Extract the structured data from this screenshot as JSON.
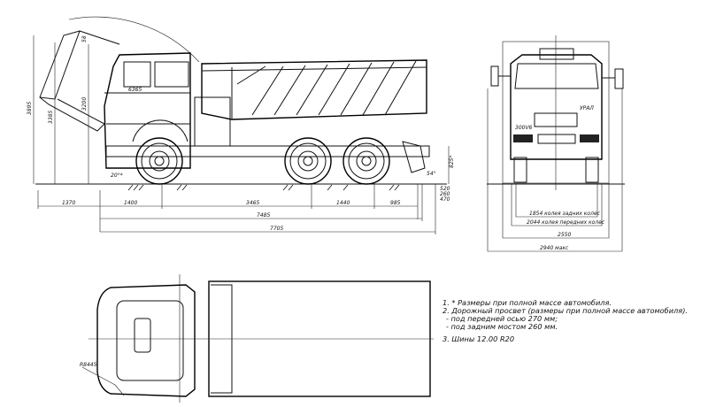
{
  "side_view": {
    "cab_height_label": "6365",
    "tipped_height": "3895",
    "height_3385": "3385",
    "height_3200": "3200",
    "clearance_58": "58",
    "approach_angle": "20°*",
    "departure_angle": "54°",
    "rear_height": "825*",
    "rear_520": "520",
    "rear_260": "260",
    "rear_470": "470",
    "dims": {
      "front_overhang_tipped": "1370",
      "front_overhang": "1400",
      "wheelbase_front": "3465",
      "rear_axle_spacing": "1440",
      "rear_overhang": "985",
      "overall_length": "7485",
      "overall_length_max": "7705"
    }
  },
  "front_view": {
    "brand_label": "УРАЛ",
    "engine_label": "300V6",
    "dims": {
      "rear_track": "1854 колея задних колес",
      "front_track": "2044 колея передних колес",
      "width": "2550",
      "width_max": "2940 макс"
    }
  },
  "top_view": {
    "turn_radius": "R8445"
  },
  "notes": [
    "1. *  Размеры при полной массе автомобиля.",
    "2.    Дорожный просвет (размеры при полной массе автомобиля).",
    " - под передней осью 270 мм;",
    " - под задним мостом 260 мм.",
    "3. Шины 12.00 R20"
  ]
}
